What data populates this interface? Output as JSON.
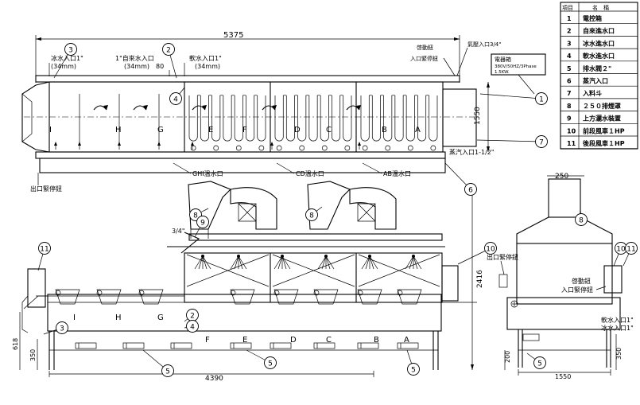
{
  "legend": {
    "header_no": "項目",
    "header_name": "名　稱",
    "rows": [
      {
        "no": "1",
        "name": "電控箱"
      },
      {
        "no": "2",
        "name": "自來進水口"
      },
      {
        "no": "3",
        "name": "冰水進水口"
      },
      {
        "no": "4",
        "name": "軟水進水口"
      },
      {
        "no": "5",
        "name": "排水閥２\""
      },
      {
        "no": "6",
        "name": "蒸汽入口"
      },
      {
        "no": "7",
        "name": "入料斗"
      },
      {
        "no": "8",
        "name": "２５０排煙罩"
      },
      {
        "no": "9",
        "name": "上方灑水裝置"
      },
      {
        "no": "10",
        "name": "前段風車１HP"
      },
      {
        "no": "11",
        "name": "後段風車１HP"
      }
    ]
  },
  "top_view": {
    "overall_length": "5375",
    "width_dim": "1550",
    "ice_inlet": "冰水入口1\"",
    "ice_inlet_mm": "(34mm)",
    "tap_inlet": "1\"自來水入口",
    "tap_inlet_mm": "(34mm)",
    "soft_inlet": "軟水入口1\"",
    "soft_inlet_mm": "(34mm)",
    "dim_80": "80",
    "start_button": "啓動鈕",
    "estop": "入口緊停鈕",
    "air_inlet": "氣壓入口3/4\"",
    "control_box_title": "電器箱",
    "control_box_spec1": "380V/50HZ/3Phase",
    "control_box_spec2": "1.5KW.",
    "steam_inlet": "蒸汽入口1-1/2\"",
    "exit_estop": "出口緊停鈕",
    "drain_ghi": "GHI溫水口",
    "drain_cd": "CD溫水口",
    "drain_ab": "AB溫水口",
    "zones": [
      "I",
      "H",
      "G",
      "E",
      "F",
      "D",
      "C",
      "B",
      "A"
    ]
  },
  "front_view": {
    "height_dim": "2416",
    "pipe_size": "3/4\"",
    "length_dim": "4390",
    "dim_618": "618",
    "dim_350": "350",
    "zones": [
      "I",
      "H",
      "G",
      "F",
      "E",
      "D",
      "C",
      "B",
      "A"
    ]
  },
  "side_view": {
    "hood_dim": "250",
    "exit_estop": "出口緊停鈕",
    "start_button": "啓動鈕",
    "entry_estop": "入口緊停鈕",
    "soft_inlet": "軟水入口1\"",
    "ice_inlet": "冰水入口1\"",
    "dim_200": "200",
    "dim_350": "350",
    "width_dim": "1550"
  },
  "callouts": {
    "c1": "1",
    "c2": "2",
    "c3": "3",
    "c4": "4",
    "c5": "5",
    "c6": "6",
    "c7": "7",
    "c8": "8",
    "c9": "9",
    "c10": "10",
    "c11": "11"
  }
}
